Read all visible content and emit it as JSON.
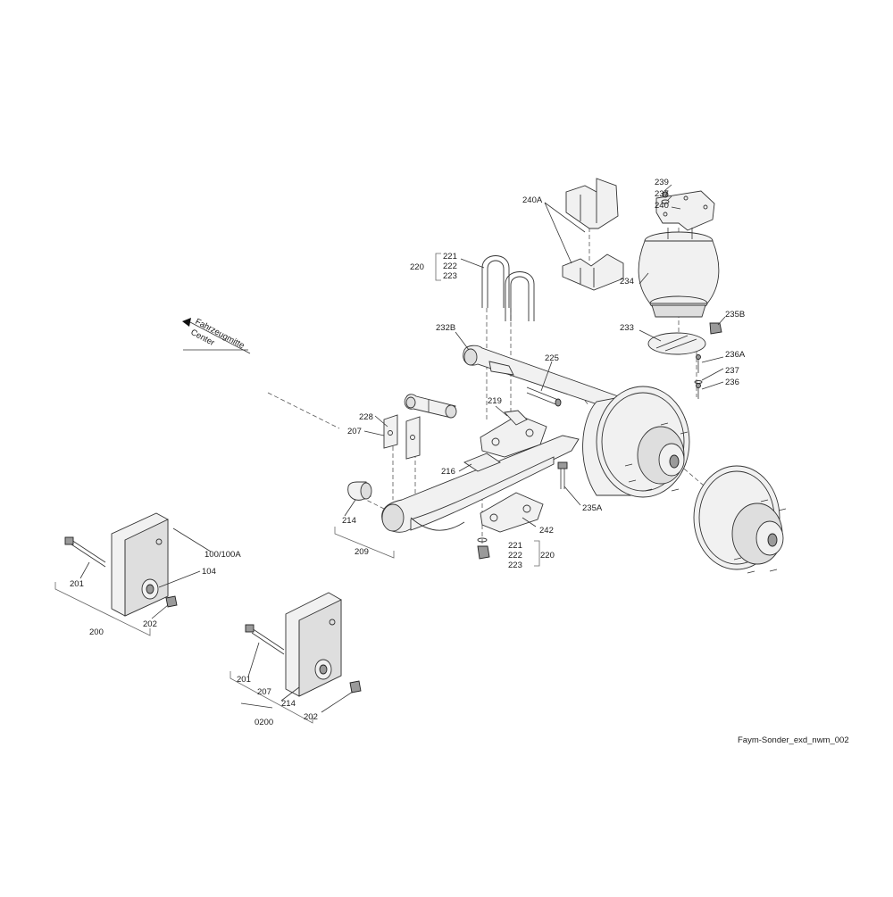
{
  "drawing": {
    "footer_ref": "Faym-Sonder_exd_nwm_002",
    "direction": {
      "line1": "Fahrzeugmitte",
      "line2": "Center"
    },
    "labels": {
      "l239": "239",
      "l237a": "237",
      "l240": "240",
      "l240A": "240A",
      "l234": "234",
      "l235B": "235B",
      "l233": "233",
      "l236A": "236A",
      "l237b": "237",
      "l236": "236",
      "l220a": "220",
      "l221a": "221",
      "l222a": "222",
      "l223a": "223",
      "l232B": "232B",
      "l225": "225",
      "l219": "219",
      "l228": "228",
      "l207a": "207",
      "l216": "216",
      "l235A": "235A",
      "l214a": "214",
      "l209": "209",
      "l242": "242",
      "l221b": "221",
      "l222b": "222",
      "l223b": "223",
      "l220b": "220",
      "l100": "100/100A",
      "l104": "104",
      "l201a": "201",
      "l202a": "202",
      "l200": "200",
      "l201b": "201",
      "l207b": "207",
      "l214b": "214",
      "l0200": "0200",
      "l202b": "202"
    }
  }
}
